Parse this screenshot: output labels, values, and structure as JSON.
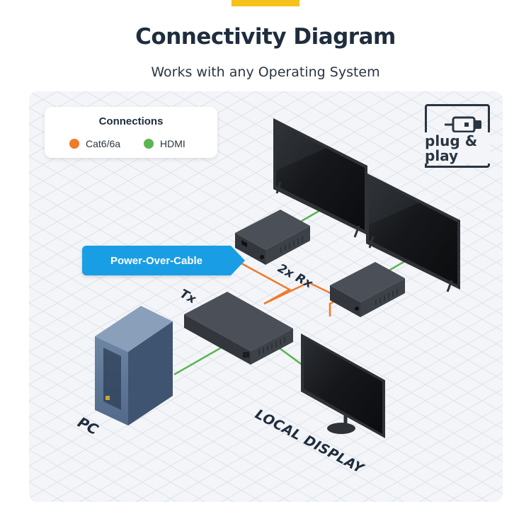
{
  "header": {
    "title": "Connectivity Diagram",
    "subtitle": "Works with any Operating System"
  },
  "legend": {
    "title": "Connections",
    "items": [
      {
        "label": "Cat6/6a",
        "color": "#f07b2a"
      },
      {
        "label": "HDMI",
        "color": "#5ab552"
      }
    ]
  },
  "badge": {
    "line1": "plug &",
    "line2": "play",
    "icon": "hdmi-plug-icon"
  },
  "callout": {
    "label": "Power-Over-Cable"
  },
  "labels": {
    "rx": "2x Rx",
    "tx": "Tx",
    "pc": "PC",
    "local_display": "LOCAL DISPLAY"
  },
  "colors": {
    "accent": "#f5c21b",
    "cat6": "#f07b2a",
    "hdmi": "#5ab552",
    "callout": "#199ee5",
    "device": "#3d4148",
    "text": "#1f2d3d"
  }
}
